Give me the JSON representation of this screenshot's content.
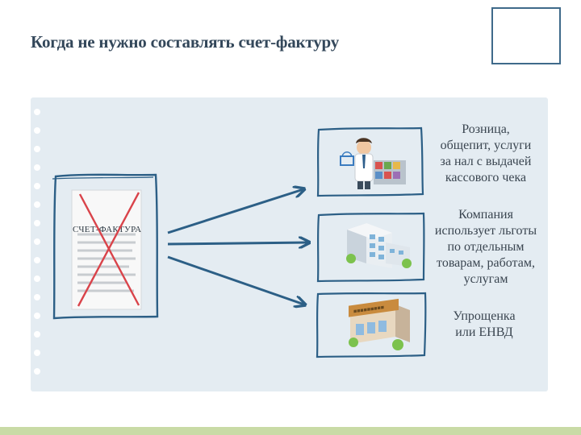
{
  "header": {
    "title": "Когда не нужно составлять счет-фактуру"
  },
  "diagram": {
    "document_label": "СЧЕТ-ФАКТУРА",
    "cases": [
      {
        "icon": "shopkeeper-icon",
        "text": "Розница,\nобщепит, услуги\nза нал с выдачей\nкассового чека"
      },
      {
        "icon": "office-building-icon",
        "text": "Компания\nиспользует  льготы\nпо отдельным\nтоварам, работам,\nуслугам"
      },
      {
        "icon": "storefront-icon",
        "text": "Упрощенка\nили ЕНВД"
      }
    ]
  },
  "colors": {
    "frame": "#2c5f86",
    "cross": "#d9434a",
    "panel": "#e4ecf2",
    "footer": "#c9dba6"
  }
}
